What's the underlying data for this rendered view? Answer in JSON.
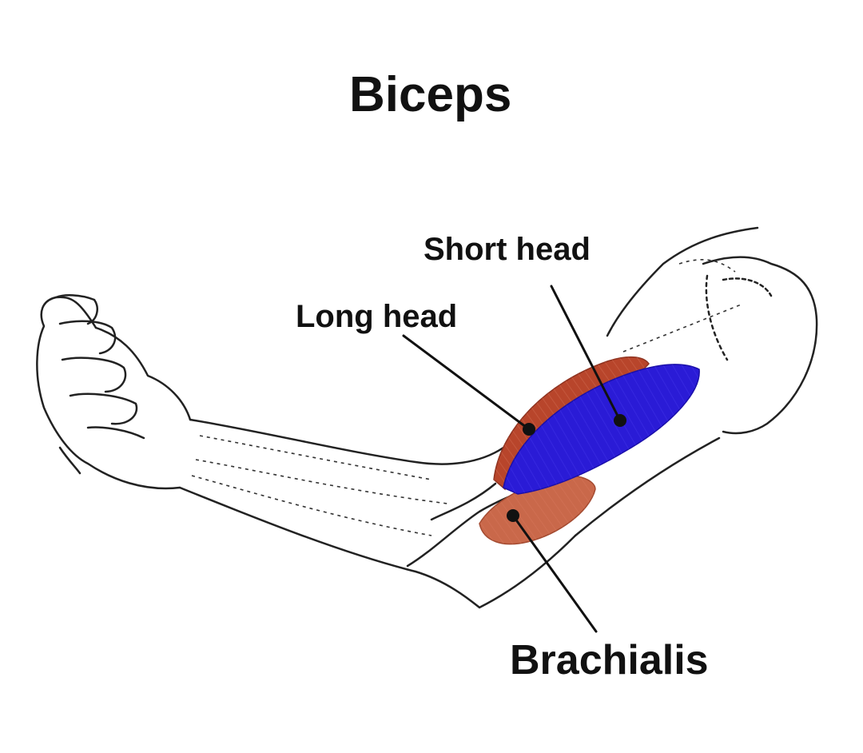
{
  "title": "Biceps",
  "labels": {
    "short_head": "Short head",
    "long_head": "Long head",
    "brachialis": "Brachialis"
  },
  "colors": {
    "background": "#ffffff",
    "outline": "#222222",
    "short_head_muscle": "#2a1bd6",
    "long_head_muscle": "#b8452b",
    "brachialis_muscle": "#c9684a",
    "leader_line": "#111111"
  }
}
